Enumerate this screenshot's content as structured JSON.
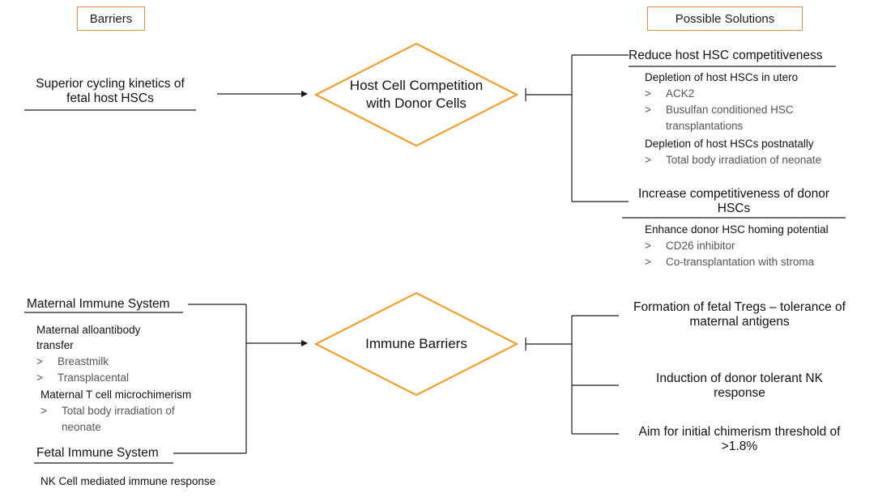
{
  "headers": {
    "barriers": "Barriers",
    "possible_solutions": "Possible Solutions"
  },
  "top": {
    "barrier_line1": "Superior cycling kinetics of",
    "barrier_line2": "fetal host HSCs",
    "diamond_line1": "Host Cell Competition",
    "diamond_line2": "with Donor Cells",
    "solution1": {
      "title": "Reduce host HSC competitiveness",
      "groups": [
        {
          "heading": "Depletion of host HSCs in utero",
          "items": [
            "ACK2",
            "Busulfan conditioned HSC",
            "transplantations"
          ]
        },
        {
          "heading": "Depletion of host HSCs postnatally",
          "items": [
            "Total body irradiation of neonate"
          ]
        }
      ]
    },
    "solution2": {
      "title_line1": "Increase competitiveness of donor",
      "title_line2": "HSCs",
      "groups": [
        {
          "heading": "Enhance donor HSC homing potential",
          "items": [
            "CD26 inhibitor",
            "Co-transplantation with stroma"
          ]
        }
      ]
    }
  },
  "bottom": {
    "maternal": {
      "title": "Maternal Immune System",
      "sub1_line1": "Maternal alloantibody",
      "sub1_line2": "transfer",
      "items1": [
        "Breastmilk",
        "Transplacental"
      ],
      "sub2": "Maternal T cell microchimerism",
      "items2_line1": "Total body irradiation of",
      "items2_line2": "neonate"
    },
    "fetal": {
      "title": "Fetal Immune System",
      "sub": "NK Cell mediated immune response"
    },
    "diamond": "Immune Barriers",
    "solutions": [
      {
        "line1": "Formation of fetal Tregs – tolerance of",
        "line2": "maternal antigens"
      },
      {
        "line1": "Induction of donor tolerant NK",
        "line2": "response"
      },
      {
        "line1": "Aim for initial chimerism threshold of",
        "line2": ">1.8%"
      }
    ]
  },
  "bullet_marker": ">",
  "colors": {
    "accent": "#F0A030",
    "box_border": "#E0904A",
    "line": "#1a1a1a"
  }
}
